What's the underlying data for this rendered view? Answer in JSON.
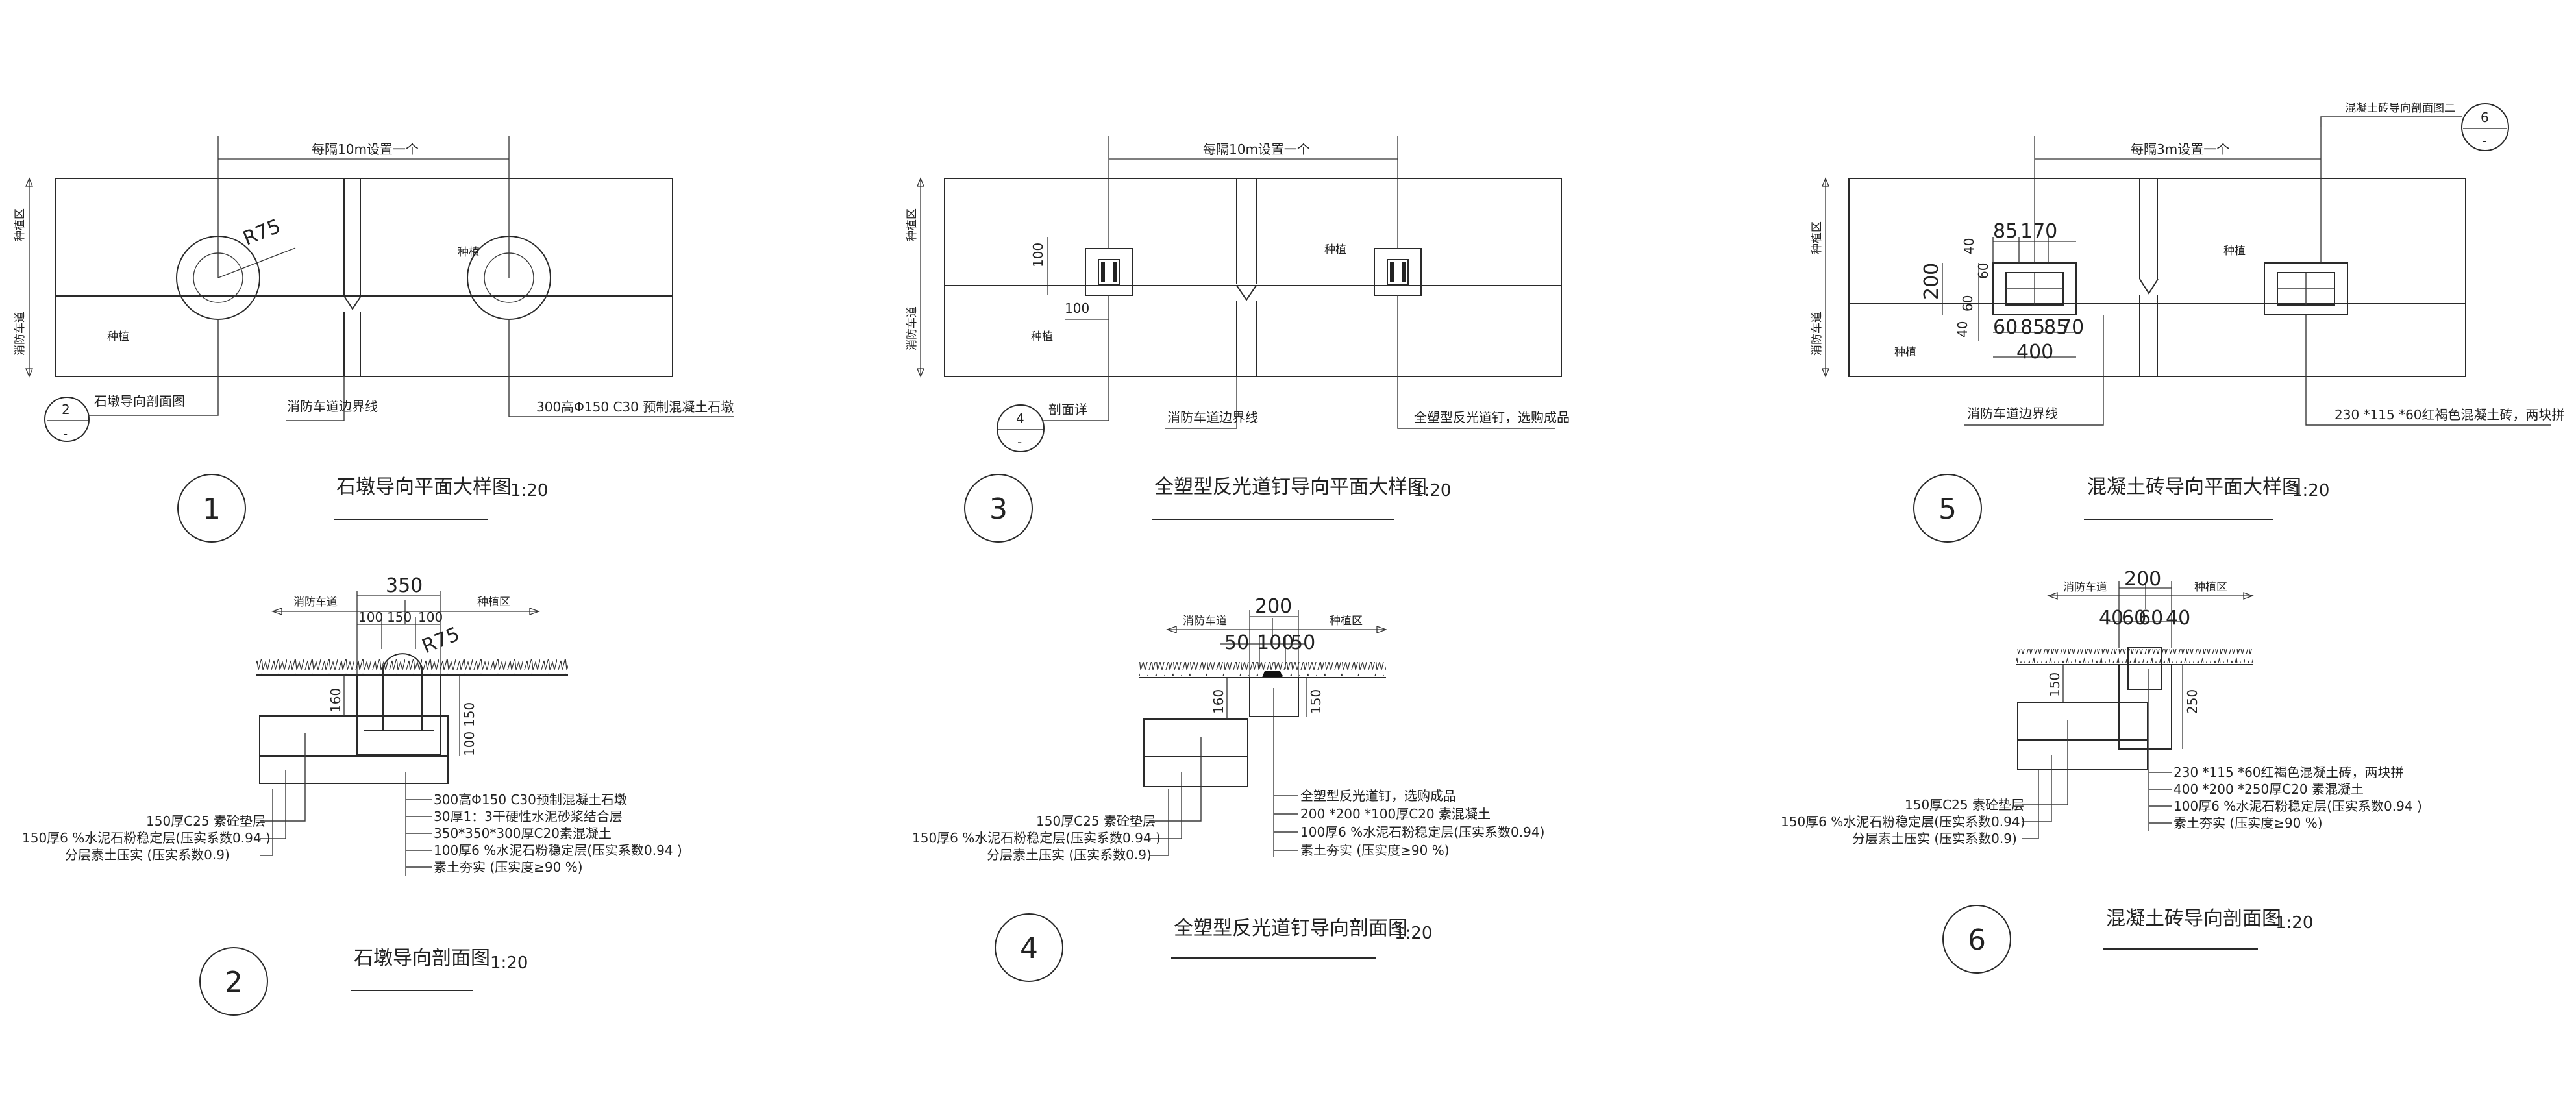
{
  "colors": {
    "line": "#2a2a2a",
    "background": "#ffffff"
  },
  "details": [
    {
      "number": "1",
      "title": "石墩导向平面大样图",
      "scale": "1:20",
      "spacing_note": "每隔10m设置一个",
      "zone_upper": "种植区",
      "zone_lower": "消防车道",
      "planting": "种植",
      "radius": "R75",
      "ref_circle": {
        "top": "2",
        "bottom": "-"
      },
      "callouts": [
        "石墩导向剖面图",
        "消防车道边界线",
        "300高Φ150  C30 预制混凝土石墩"
      ]
    },
    {
      "number": "2",
      "title": "石墩导向剖面图",
      "scale": "1:20",
      "zone_left": "消防车道",
      "zone_right": "种植区",
      "dims": [
        "350",
        "100",
        "150",
        "100",
        "R75",
        "160",
        "150",
        "100"
      ],
      "left_labels": [
        "150厚C25 素砼垫层",
        "150厚6 %水泥石粉稳定层(压实系数0.94 )",
        "分层素土压实 (压实系数0.9)"
      ],
      "right_labels": [
        "300高Φ150  C30预制混凝土石墩",
        "30厚1：3干硬性水泥砂浆结合层",
        "350*350*300厚C20素混凝土",
        "100厚6 %水泥石粉稳定层(压实系数0.94 )",
        "素土夯实 (压实度≥90 %)"
      ]
    },
    {
      "number": "3",
      "title": "全塑型反光道钉导向平面大样图",
      "scale": "1:20",
      "spacing_note": "每隔10m设置一个",
      "zone_upper": "种植区",
      "zone_lower": "消防车道",
      "planting": "种植",
      "dims": [
        "100",
        "100"
      ],
      "ref_circle": {
        "top": "4",
        "bottom": "-"
      },
      "callouts": [
        "剖面详",
        "消防车道边界线",
        "全塑型反光道钉，选购成品"
      ]
    },
    {
      "number": "4",
      "title": "全塑型反光道钉导向剖面图",
      "scale": "1:20",
      "zone_left": "消防车道",
      "zone_right": "种植区",
      "dims": [
        "200",
        "50",
        "100",
        "50",
        "160",
        "150"
      ],
      "left_labels": [
        "150厚C25 素砼垫层",
        "150厚6 %水泥石粉稳定层(压实系数0.94 )",
        "分层素土压实 (压实系数0.9)"
      ],
      "right_labels": [
        "全塑型反光道钉，选购成品",
        "200 *200 *100厚C20 素混凝土",
        "100厚6 %水泥石粉稳定层(压实系数0.94)",
        "素土夯实 (压实度≥90 %)"
      ]
    },
    {
      "number": "5",
      "title": "混凝土砖导向平面大样图",
      "scale": "1:20",
      "spacing_note": "每隔3m设置一个",
      "zone_upper": "种植区",
      "zone_lower": "消防车道",
      "planting": "种植",
      "dims": [
        "85",
        "170",
        "40",
        "60",
        "200",
        "60",
        "40",
        "60",
        "85",
        "85",
        "70",
        "400"
      ],
      "ref_circle": {
        "top": "6",
        "bottom": "-"
      },
      "ref_label": "混凝土砖导向剖面图二",
      "callouts": [
        "消防车道边界线",
        "230 *115 *60红褐色混凝土砖，两块拼"
      ]
    },
    {
      "number": "6",
      "title": "混凝土砖导向剖面图",
      "scale": "1:20",
      "zone_left": "消防车道",
      "zone_right": "种植区",
      "dims": [
        "200",
        "40",
        "60",
        "60",
        "40",
        "150",
        "250"
      ],
      "left_labels": [
        "150厚C25 素砼垫层",
        "150厚6 %水泥石粉稳定层(压实系数0.94)",
        "分层素土压实 (压实系数0.9)"
      ],
      "right_labels": [
        "230 *115 *60红褐色混凝土砖，两块拼",
        "400 *200 *250厚C20 素混凝土",
        "100厚6 %水泥石粉稳定层(压实系数0.94 )",
        "素土夯实 (压实度≥90 %)"
      ]
    }
  ]
}
